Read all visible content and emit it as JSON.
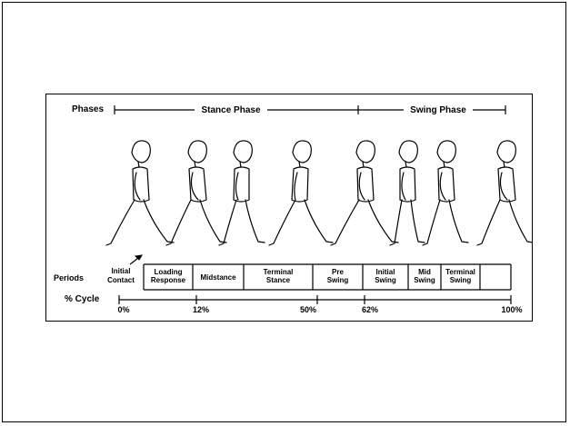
{
  "diagram": {
    "phases_label": "Phases",
    "stance_phase": "Stance Phase",
    "swing_phase": "Swing Phase",
    "periods_label": "Periods",
    "cycle_label": "% Cycle",
    "initial_contact": [
      "Initial",
      "Contact"
    ],
    "periods": [
      [
        "Loading",
        "Response"
      ],
      [
        "Midstance"
      ],
      [
        "Terminal",
        "Stance"
      ],
      [
        "Pre",
        "Swing"
      ],
      [
        "Initial",
        "Swing"
      ],
      [
        "Mid",
        "Swing"
      ],
      [
        "Terminal",
        "Swing"
      ]
    ],
    "cycle_ticks": [
      "0%",
      "12%",
      "50%",
      "62%",
      "100%"
    ]
  }
}
